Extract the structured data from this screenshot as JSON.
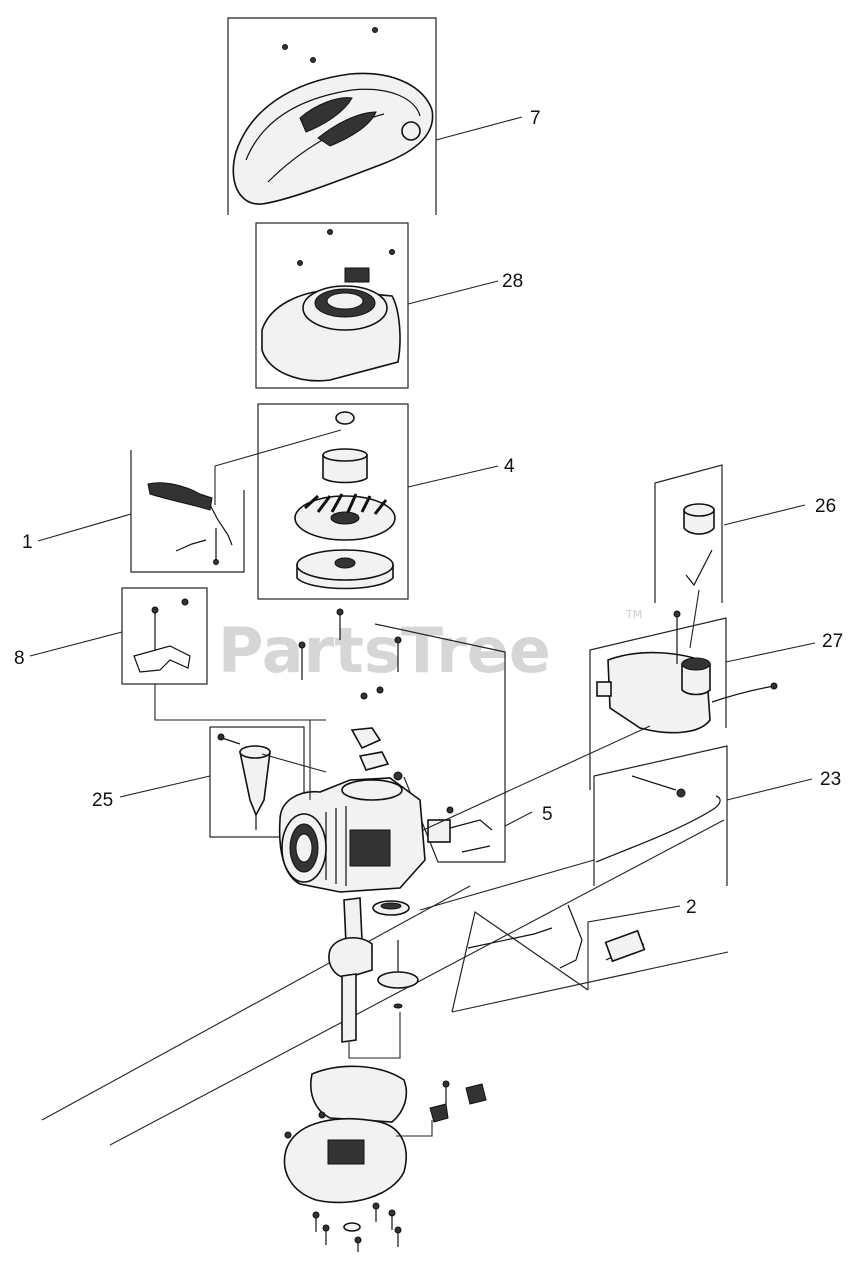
{
  "watermark": {
    "text": "PartsTree",
    "trademark": "TM"
  },
  "callouts": [
    {
      "id": "7",
      "label": "7"
    },
    {
      "id": "28",
      "label": "28"
    },
    {
      "id": "4",
      "label": "4"
    },
    {
      "id": "1",
      "label": "1"
    },
    {
      "id": "26",
      "label": "26"
    },
    {
      "id": "8",
      "label": "8"
    },
    {
      "id": "27",
      "label": "27"
    },
    {
      "id": "25",
      "label": "25"
    },
    {
      "id": "23",
      "label": "23"
    },
    {
      "id": "5",
      "label": "5"
    },
    {
      "id": "2",
      "label": "2"
    }
  ],
  "icons": [
    "engine-cover",
    "recoil-starter",
    "flywheel",
    "fuel-cap",
    "fuel-tank",
    "crankshaft",
    "crankcase",
    "bolt"
  ]
}
